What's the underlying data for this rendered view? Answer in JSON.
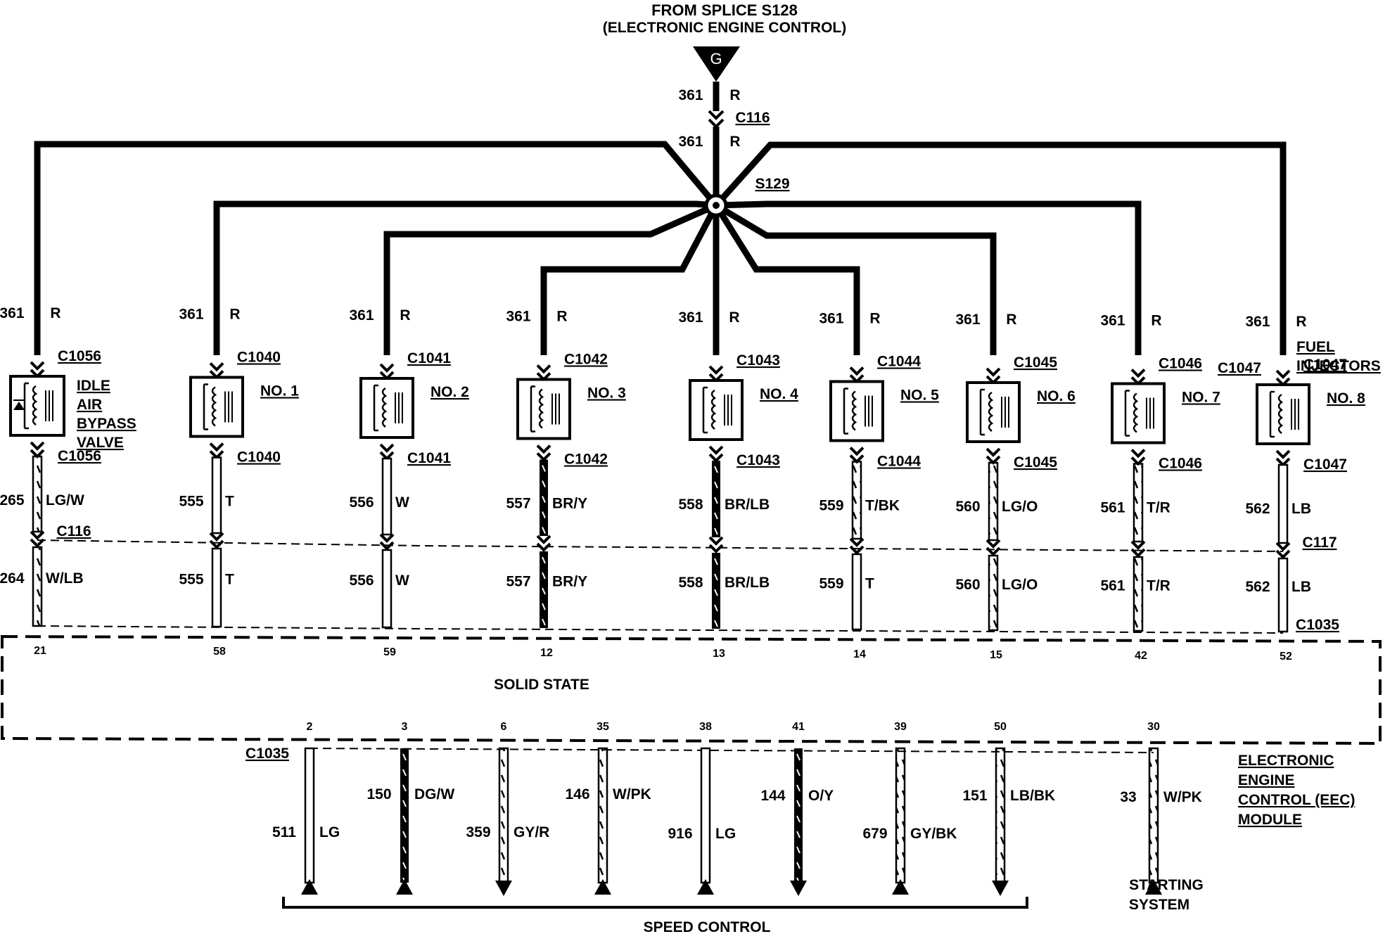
{
  "header": {
    "line1": "FROM SPLICE S128",
    "line2": "(ELECTRONIC ENGINE CONTROL)",
    "ground_letter": "G"
  },
  "feed": {
    "upper_circuit": "361",
    "upper_color": "R",
    "connector": "C116",
    "lower_circuit": "361",
    "lower_color": "R",
    "splice": "S129"
  },
  "devices": [
    {
      "name": "IDLE AIR BYPASS VALVE",
      "lines": [
        "IDLE",
        "AIR",
        "BYPASS",
        "VALVE"
      ],
      "top_circuit": "361",
      "top_color": "R",
      "connector_top": "C1056",
      "connector_bottom": "C1056",
      "out_circuit": "265",
      "out_color": "LG/W",
      "mid_connector": "C116",
      "low_circuit": "264",
      "low_color": "W/LB",
      "pin": "21"
    },
    {
      "name": "NO. 1",
      "top_circuit": "361",
      "top_color": "R",
      "connector_top": "C1040",
      "connector_bottom": "C1040",
      "out_circuit": "555",
      "out_color": "T",
      "low_circuit": "555",
      "low_color": "T",
      "pin": "58"
    },
    {
      "name": "NO. 2",
      "top_circuit": "361",
      "top_color": "R",
      "connector_top": "C1041",
      "connector_bottom": "C1041",
      "out_circuit": "556",
      "out_color": "W",
      "low_circuit": "556",
      "low_color": "W",
      "pin": "59"
    },
    {
      "name": "NO. 3",
      "top_circuit": "361",
      "top_color": "R",
      "connector_top": "C1042",
      "connector_bottom": "C1042",
      "out_circuit": "557",
      "out_color": "BR/Y",
      "low_circuit": "557",
      "low_color": "BR/Y",
      "pin": "12"
    },
    {
      "name": "NO. 4",
      "top_circuit": "361",
      "top_color": "R",
      "connector_top": "C1043",
      "connector_bottom": "C1043",
      "out_circuit": "558",
      "out_color": "BR/LB",
      "low_circuit": "558",
      "low_color": "BR/LB",
      "pin": "13"
    },
    {
      "name": "NO. 5",
      "top_circuit": "361",
      "top_color": "R",
      "connector_top": "C1044",
      "connector_bottom": "C1044",
      "out_circuit": "559",
      "out_color": "T/BK",
      "low_circuit": "559",
      "low_color": "T",
      "pin": "14"
    },
    {
      "name": "NO. 6",
      "top_circuit": "361",
      "top_color": "R",
      "connector_top": "C1045",
      "connector_bottom": "C1045",
      "out_circuit": "560",
      "out_color": "LG/O",
      "low_circuit": "560",
      "low_color": "LG/O",
      "pin": "15"
    },
    {
      "name": "NO. 7",
      "top_circuit": "361",
      "top_color": "R",
      "connector_top": "C1046",
      "connector_bottom": "C1046",
      "out_circuit": "561",
      "out_color": "T/R",
      "low_circuit": "561",
      "low_color": "T/R",
      "pin": "42"
    },
    {
      "name": "NO. 8",
      "top_circuit": "361",
      "top_color": "R",
      "connector_top": "C1047",
      "connector_bottom": "C1047",
      "out_circuit": "562",
      "out_color": "LB",
      "mid_connector": "C117",
      "low_circuit": "562",
      "low_color": "LB",
      "pin": "52",
      "extra_connector": "C1047"
    }
  ],
  "fuel_injectors": [
    "FUEL",
    "INJECTORS"
  ],
  "module": {
    "top_connector": "C1035",
    "bottom_connector": "C1035",
    "solid_state": "SOLID STATE",
    "name_lines": [
      "ELECTRONIC",
      "ENGINE",
      "CONTROL (EEC)",
      "MODULE"
    ]
  },
  "bottom_wires": [
    {
      "pin": "2",
      "circuit": "511",
      "color": "LG",
      "arrow": "up"
    },
    {
      "pin": "3",
      "circuit": "150",
      "color": "DG/W",
      "arrow": "up"
    },
    {
      "pin": "6",
      "circuit": "359",
      "color": "GY/R",
      "arrow": "down"
    },
    {
      "pin": "35",
      "circuit": "146",
      "color": "W/PK",
      "arrow": "up"
    },
    {
      "pin": "38",
      "circuit": "916",
      "color": "LG",
      "arrow": "up"
    },
    {
      "pin": "41",
      "circuit": "144",
      "color": "O/Y",
      "arrow": "down"
    },
    {
      "pin": "39",
      "circuit": "679",
      "color": "GY/BK",
      "arrow": "up"
    },
    {
      "pin": "50",
      "circuit": "151",
      "color": "LB/BK",
      "arrow": "down"
    },
    {
      "pin": "30",
      "circuit": "33",
      "color": "W/PK",
      "arrow": "up"
    }
  ],
  "speed_control": "SPEED CONTROL",
  "starting_system": [
    "STARTING",
    "SYSTEM"
  ]
}
